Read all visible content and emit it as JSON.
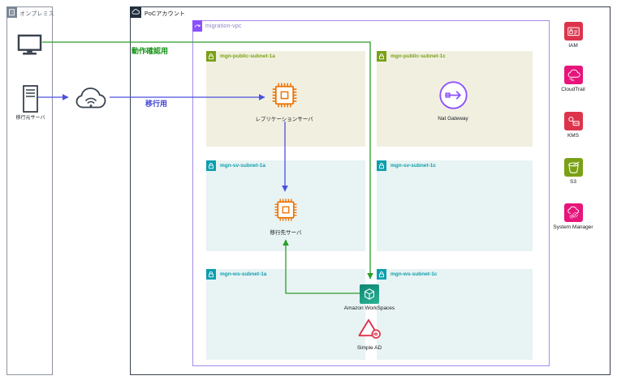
{
  "onprem": {
    "label": "オンプレミス",
    "server_label": "移行元サーバ"
  },
  "poc": {
    "label": "PoCアカウント"
  },
  "annotations": {
    "verify": "動作確認用",
    "migrate": "移行用"
  },
  "vpc": {
    "label": "migration-vpc"
  },
  "subnets": [
    {
      "label": "mgn-public-subnet-1a",
      "type": "public"
    },
    {
      "label": "mgn-public-subnet-1c",
      "type": "public"
    },
    {
      "label": "mgn-sv-subnet-1a",
      "type": "private"
    },
    {
      "label": "mgn-sv-subnet-1c",
      "type": "private"
    },
    {
      "label": "mgn-ws-subnet-1a",
      "type": "private"
    },
    {
      "label": "mgn-ws-subnet-1c",
      "type": "private"
    }
  ],
  "nodes": {
    "replication_server": "レプリケーションサーバ",
    "nat_gateway": "Nat Gateway",
    "destination_server": "移行先サーバ",
    "workspaces": "Amazon WorkSpaces",
    "simple_ad": "Simple AD"
  },
  "services": [
    {
      "name": "IAM",
      "color": "#DD344C"
    },
    {
      "name": "CloudTrail",
      "color": "#E7157B"
    },
    {
      "name": "KMS",
      "color": "#DD344C"
    },
    {
      "name": "S3",
      "color": "#7AA116"
    },
    {
      "name": "System Manager",
      "color": "#E7157B"
    }
  ],
  "colors": {
    "verify_green": "#169416",
    "migrate_blue": "#3f46d8",
    "public_subnet": "#7AA116",
    "private_subnet": "#0e9fae",
    "ec2_orange": "#ED7100",
    "vpc_purple": "#8C4FFF",
    "simple_ad_red": "#DD344C",
    "workspaces_teal": "#14a08b"
  }
}
